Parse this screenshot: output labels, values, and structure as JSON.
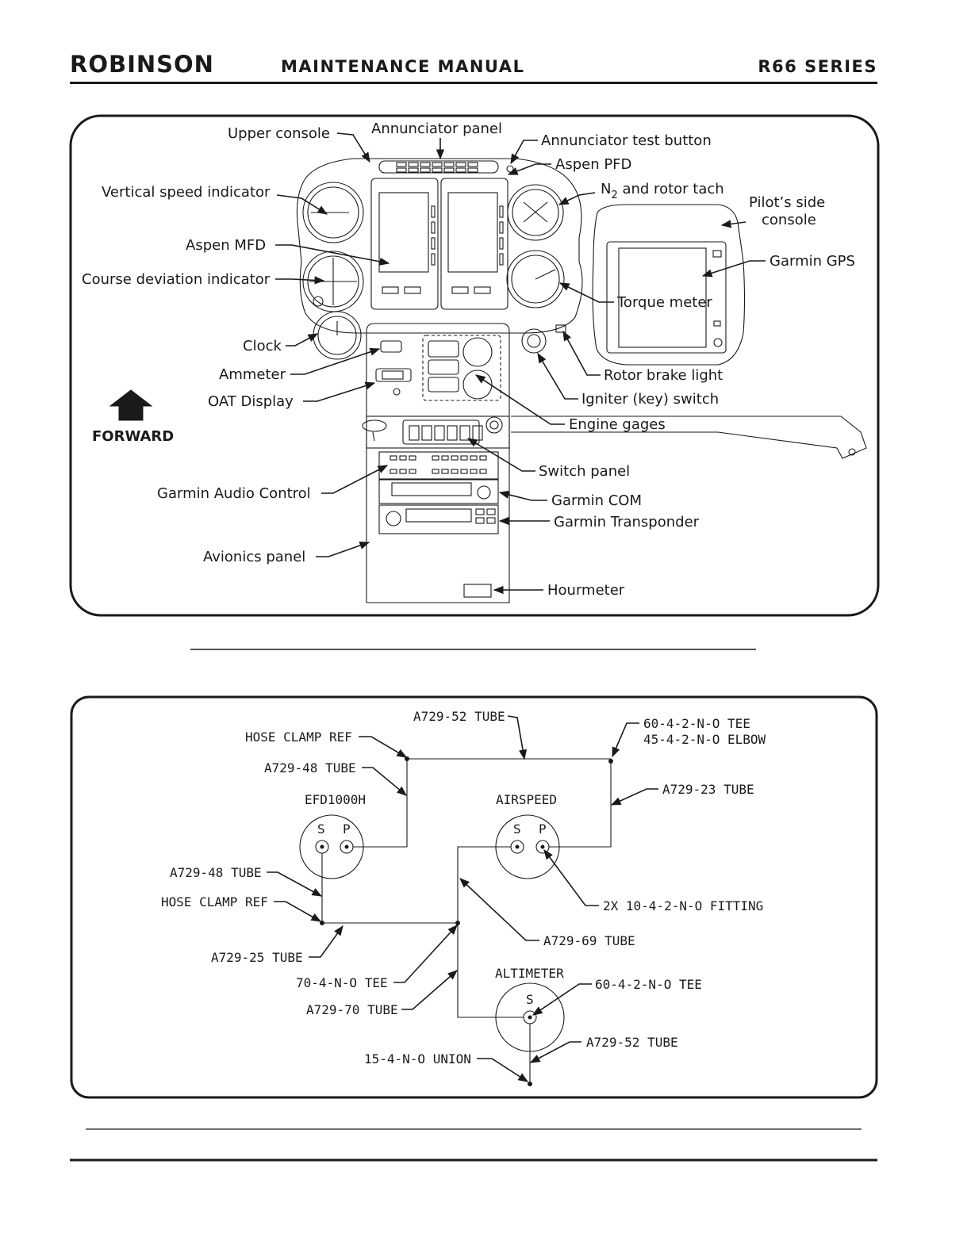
{
  "header": {
    "brand": "ROBINSON",
    "title": "MAINTENANCE MANUAL",
    "series": "R66 SERIES"
  },
  "panel_diagram": {
    "labels": {
      "upper_console": "Upper console",
      "annunciator_panel": "Annunciator panel",
      "annunciator_test_button": "Annunciator test button",
      "aspen_pfd": "Aspen PFD",
      "n2_prefix": "N",
      "n2_sub": "2",
      "n2_suffix": " and rotor tach",
      "vertical_speed_indicator": "Vertical speed indicator",
      "pilots_side_console_1": "Pilot’s side",
      "pilots_side_console_2": "console",
      "aspen_mfd": "Aspen MFD",
      "garmin_gps": "Garmin GPS",
      "course_deviation_indicator": "Course deviation indicator",
      "torque_meter": "Torque meter",
      "clock": "Clock",
      "ammeter": "Ammeter",
      "rotor_brake_light": "Rotor brake light",
      "oat_display": "OAT Display",
      "igniter_switch": "Igniter (key) switch",
      "forward": "FORWARD",
      "engine_gages": "Engine gages",
      "switch_panel": "Switch panel",
      "garmin_audio_control": "Garmin Audio Control",
      "garmin_com": "Garmin COM",
      "garmin_transponder": "Garmin Transponder",
      "avionics_panel": "Avionics panel",
      "hourmeter": "Hourmeter"
    }
  },
  "pitot_static_diagram": {
    "labels": {
      "a729_52_tube_top": "A729-52 TUBE",
      "hose_clamp_ref_top": "HOSE CLAMP REF",
      "tee_60_4_2": "60-4-2-N-O TEE",
      "elbow_45_4_2": "45-4-2-N-O ELBOW",
      "a729_48_tube_top": "A729-48 TUBE",
      "a729_23_tube": "A729-23 TUBE",
      "efd1000h": "EFD1000H",
      "airspeed": "AIRSPEED",
      "s": "S",
      "p": "P",
      "a729_48_tube_left": "A729-48 TUBE",
      "hose_clamp_ref_left": "HOSE CLAMP REF",
      "fitting_2x": "2X 10-4-2-N-O FITTING",
      "a729_69_tube": "A729-69 TUBE",
      "a729_25_tube": "A729-25 TUBE",
      "altimeter": "ALTIMETER",
      "tee_70_4": "70-4-N-O TEE",
      "tee_60_4_2_alt": "60-4-2-N-O TEE",
      "a729_70_tube": "A729-70 TUBE",
      "a729_52_tube_bottom": "A729-52 TUBE",
      "union_15_4": "15-4-N-O UNION"
    }
  }
}
